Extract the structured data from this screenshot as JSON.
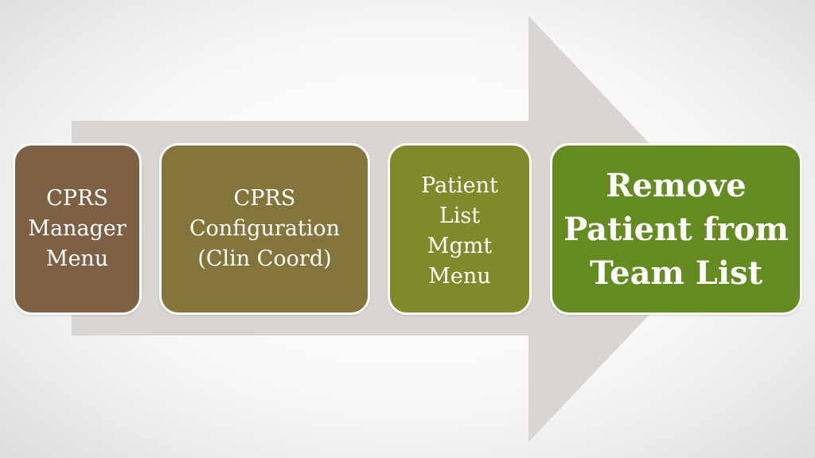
{
  "diagram": {
    "arrow_color": "#d9d5d2",
    "steps": [
      {
        "label": "CPRS\nManager\nMenu",
        "color": "#7e6044"
      },
      {
        "label": "CPRS\nConfiguration\n(Clin Coord)",
        "color": "#83753b"
      },
      {
        "label": "Patient\nList\nMgmt\nMenu",
        "color": "#7f8b2a"
      },
      {
        "label": "Remove\nPatient from\nTeam List",
        "color": "#638b20"
      }
    ]
  }
}
